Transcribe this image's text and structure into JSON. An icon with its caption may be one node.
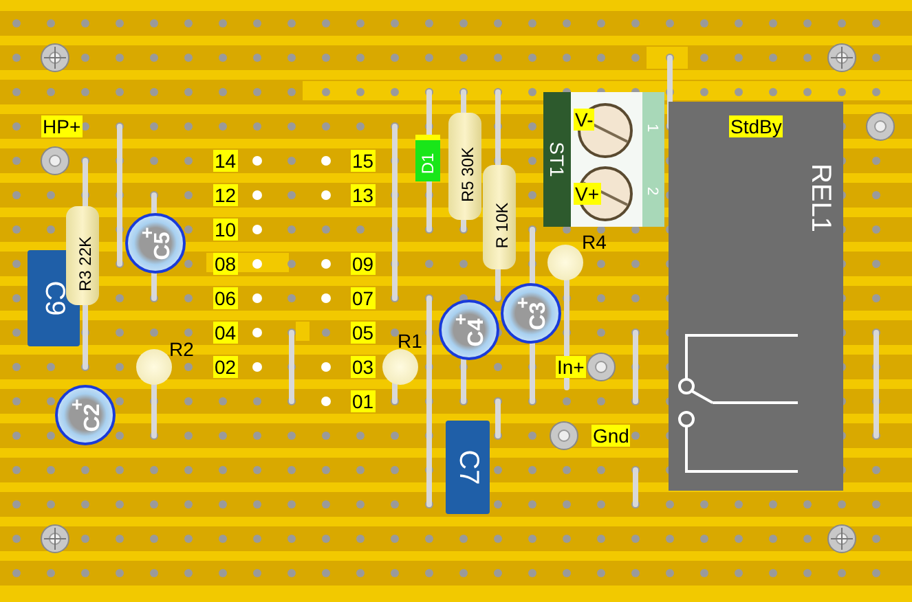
{
  "diagram": {
    "nodes": [
      {
        "text": [
          "C9"
        ]
      },
      {
        "text": [
          "R3 22K"
        ]
      },
      {
        "text": [
          "C5",
          "+"
        ]
      },
      {
        "text": [
          "C2",
          "+"
        ]
      },
      {
        "text": [],
        "shape": "circle",
        "beside": [
          "R2"
        ]
      },
      {
        "text": [],
        "shape": "circle",
        "beside": [
          "R1"
        ]
      },
      {
        "text": [
          "D1"
        ]
      },
      {
        "text": [
          "R5 30K"
        ]
      },
      {
        "text": [
          "R 10K"
        ]
      },
      {
        "text": [
          "ST1",
          "V-",
          "V+",
          "1",
          "2"
        ]
      },
      {
        "text": [],
        "shape": "circle",
        "beside": [
          "R4"
        ]
      },
      {
        "text": [
          "C4",
          "+"
        ]
      },
      {
        "text": [
          "C3",
          "+"
        ]
      },
      {
        "text": [
          "C7"
        ]
      },
      {
        "text": [
          "REL1"
        ]
      }
    ],
    "labels": [
      "HP+",
      "StdBy",
      "14",
      "15",
      "12",
      "13",
      "10",
      "08",
      "09",
      "06",
      "07",
      "04",
      "05",
      "02",
      "03",
      "In+",
      "01",
      "Gnd"
    ]
  }
}
